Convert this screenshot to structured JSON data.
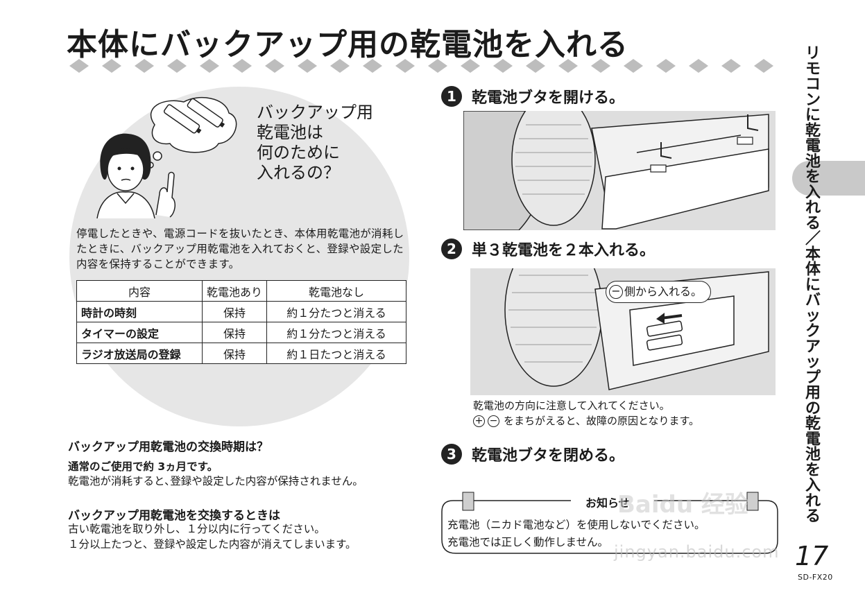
{
  "title": "本体にバックアップ用の乾電池を入れる",
  "side_index": "リモコンに乾電池を入れる／本体にバックアップ用の乾電池を入れる",
  "intro": {
    "question": [
      "バックアップ用",
      "乾電池は",
      "何のために",
      "入れるの？"
    ],
    "body": "停電したときや、電源コードを抜いたとき、本体用乾電池が消耗したときに、バックアップ用乾電池を入れておくと、登録や設定した内容を保持することができます。"
  },
  "table": {
    "headers": [
      "内容",
      "乾電池あり",
      "乾電池なし"
    ],
    "rows": [
      [
        "時計の時刻",
        "保持",
        "約１分たつと消える"
      ],
      [
        "タイマーの設定",
        "保持",
        "約１分たつと消える"
      ],
      [
        "ラジオ放送局の登録",
        "保持",
        "約１日たつと消える"
      ]
    ]
  },
  "replacement_time": {
    "title": "バックアップ用乾電池の交換時期は？",
    "subtitle": "通常のご使用で約 3ヵ月です。",
    "text": "乾電池が消耗すると､登録や設定した内容が保持されません。"
  },
  "replacement_how": {
    "title": "バックアップ用乾電池を交換するときは",
    "lines": [
      "古い乾電池を取り外し、１分以内に行ってください。",
      "１分以上たつと、登録や設定した内容が消えてしまいます。"
    ]
  },
  "steps": [
    {
      "num": "1",
      "text": "乾電池ブタを開ける。"
    },
    {
      "num": "2",
      "text": "単３乾電池を２本入れる。"
    },
    {
      "num": "3",
      "text": "乾電池ブタを閉める。"
    }
  ],
  "callout": "側から入れる。",
  "caution": {
    "line1": "乾電池の方向に注意して入れてください。",
    "line2": "をまちがえると、故障の原因となります。"
  },
  "notice": {
    "title": "お知らせ",
    "lines": [
      "充電池（ニカド電池など）を使用しないでください。",
      "充電池では正しく動作しません。"
    ]
  },
  "page_number": "17",
  "model": "SD-FX20",
  "watermark": "Baidu 经验",
  "watermark_url": "jingyan.baidu.com"
}
